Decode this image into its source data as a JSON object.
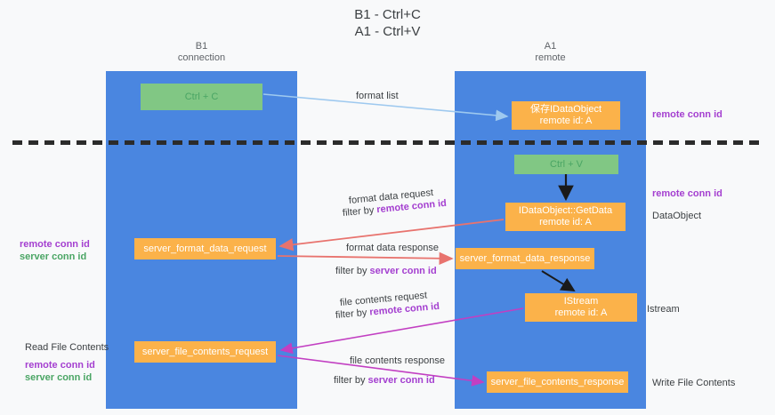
{
  "title": "B1 - Ctrl+C\nA1 - Ctrl+V",
  "lanes": [
    {
      "name": "B1",
      "sub": "connection",
      "header": "B1\nconnection",
      "color": "#4a86e0"
    },
    {
      "name": "A1",
      "sub": "remote",
      "header": "A1\nremote",
      "color": "#4a86e0"
    }
  ],
  "nodes": {
    "ctrl_c": "Ctrl + C",
    "save_dataobject": "保存IDataObject\nremote id: A",
    "ctrl_v": "Ctrl + V",
    "getdata": "IDataObject::GetData\nremote id: A",
    "server_format_data_request": "server_format_data_request",
    "server_format_data_response": "server_format_data_response",
    "istream": "IStream\nremote id: A",
    "server_file_contents_request": "server_file_contents_request",
    "server_file_contents_response": "server_file_contents_response"
  },
  "side_labels": {
    "remote_conn_id_top": "remote conn id",
    "remote_conn_id_mid": "remote conn id",
    "dataobject": "DataObject",
    "istream": "Istream",
    "write_file_contents": "Write File Contents",
    "read_file_contents": "Read File Contents",
    "remote_conn_id": "remote conn id",
    "server_conn_id": "server conn id"
  },
  "edges": {
    "format_list": "format list",
    "format_data_request": "format data request",
    "format_data_request_filter_prefix": "filter by ",
    "format_data_request_filter_value": "remote conn id",
    "format_data_response": "format data response",
    "format_data_response_filter_prefix": "filter by ",
    "format_data_response_filter_value": "server conn id",
    "file_contents_request": "file contents request",
    "file_contents_request_filter_prefix": "filter by ",
    "file_contents_request_filter_value": "remote conn id",
    "file_contents_response": "file contents response",
    "file_contents_response_filter_prefix": "filter by ",
    "file_contents_response_filter_value": "server conn id"
  },
  "colors": {
    "lane": "#4a86e0",
    "green_node": "#81c784",
    "orange_node": "#fbb24a",
    "purple_text": "#a43fd0",
    "green_text": "#4aa564",
    "arrow_light_blue": "#9ec9ef",
    "arrow_red": "#e8736e",
    "arrow_magenta": "#c23fc2",
    "arrow_black": "#1a1a1a",
    "divider": "#2b2b2b",
    "background": "#f8f9fa"
  }
}
